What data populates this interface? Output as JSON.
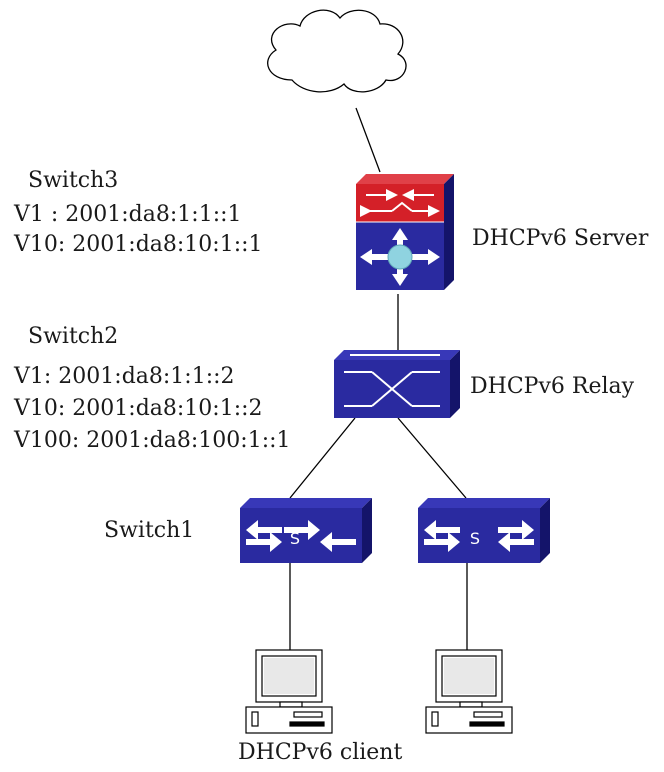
{
  "switch3": {
    "name": "Switch3",
    "v1": "V1 : 2001:da8:1:1::1",
    "v10": "V10: 2001:da8:10:1::1",
    "role": "DHCPv6 Server"
  },
  "switch2": {
    "name": "Switch2",
    "v1": "V1: 2001:da8:1:1::2",
    "v10": "V10: 2001:da8:10:1::2",
    "v100": "V100: 2001:da8:100:1::1",
    "role": "DHCPv6 Relay"
  },
  "switch1": {
    "name": "Switch1",
    "badge": "S"
  },
  "switch_right": {
    "badge": "S"
  },
  "clients": {
    "label": "DHCPv6 client"
  },
  "colors": {
    "server_top": "#d42028",
    "switch_blue": "#2a2aa0",
    "switch_blue_dark": "#1a1a70",
    "switch_side": "#14146a",
    "core_ball": "#8fd3e0",
    "line": "#000000"
  },
  "icons": {
    "cloud": "cloud-icon",
    "server": "l3-switch-icon",
    "relay": "relay-switch-icon",
    "access": "access-switch-icon",
    "pc": "pc-icon"
  }
}
